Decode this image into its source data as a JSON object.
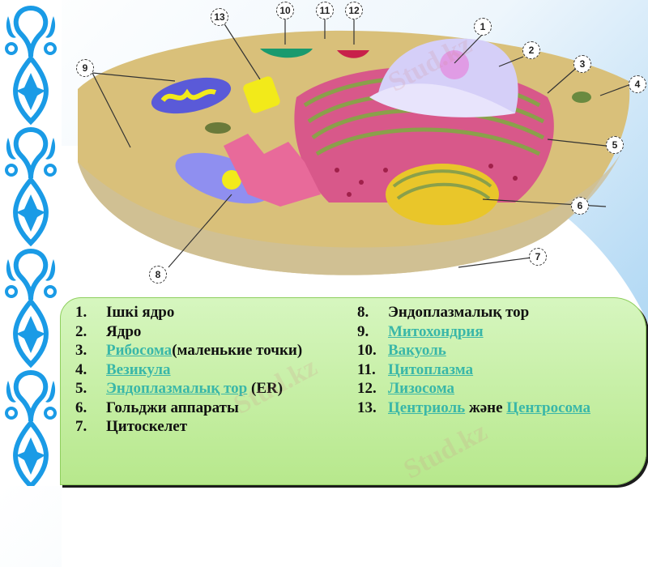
{
  "diagram": {
    "subject": "Animal cell structure",
    "callouts": [
      "1",
      "2",
      "3",
      "4",
      "5",
      "6",
      "7",
      "8",
      "9",
      "10",
      "11",
      "12",
      "13"
    ],
    "colors": {
      "cytoplasm": "#d9c07a",
      "er": "#d8588a",
      "er_green": "#8aa04a",
      "nucleus": "#cfc8f5",
      "nucleolus": "#e28fe0",
      "vacuole": "#1a9a6e",
      "lysosome": "#c8204a",
      "centriole": "#f2ea1a",
      "mitochondria": "#5a5ad8",
      "golgi": "#e9c62a",
      "ornament": "#1a9be6"
    }
  },
  "watermark": "Stud.kz",
  "legend": {
    "left": [
      {
        "num": "1.",
        "parts": [
          {
            "text": "Ішкі ядро",
            "link": false
          }
        ]
      },
      {
        "num": "2.",
        "parts": [
          {
            "text": "Ядро",
            "link": false
          }
        ]
      },
      {
        "num": "3.",
        "parts": [
          {
            "text": "Рибосома",
            "link": true
          },
          {
            "text": "(маленькие точки)",
            "link": false
          }
        ]
      },
      {
        "num": "4.",
        "parts": [
          {
            "text": "Везикула",
            "link": true
          }
        ]
      },
      {
        "num": "5.",
        "parts": [
          {
            "text": "Эндоплазмалық тор",
            "link": true
          },
          {
            "text": " (ER)",
            "link": false
          }
        ]
      },
      {
        "num": "6.",
        "parts": [
          {
            "text": "Гольджи аппараты",
            "link": false
          }
        ]
      },
      {
        "num": "7.",
        "parts": [
          {
            "text": "Цитоскелет",
            "link": false
          }
        ]
      }
    ],
    "right": [
      {
        "num": "8.",
        "parts": [
          {
            "text": "Эндоплазмалық тор",
            "link": false
          }
        ]
      },
      {
        "num": "9.",
        "parts": [
          {
            "text": "Митохондрия",
            "link": true
          }
        ]
      },
      {
        "num": "10.",
        "parts": [
          {
            "text": "Вакуоль",
            "link": true
          }
        ]
      },
      {
        "num": "11.",
        "parts": [
          {
            "text": "Цитоплазма",
            "link": true
          }
        ]
      },
      {
        "num": "12.",
        "parts": [
          {
            "text": "Лизосома",
            "link": true
          }
        ]
      },
      {
        "num": "13.",
        "parts": [
          {
            "text": "Центриоль",
            "link": true
          },
          {
            "text": " және ",
            "link": false
          },
          {
            "text": "Центросома",
            "link": true
          }
        ]
      }
    ]
  }
}
